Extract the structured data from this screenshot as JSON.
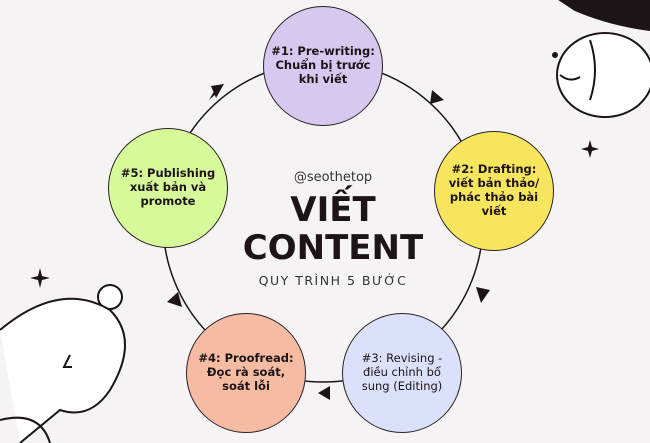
{
  "center": {
    "handle": "@seothetop",
    "title_line1": "VIẾT",
    "title_line2": "CONTENT",
    "subtitle": "QUY TRÌNH 5 BƯỚC"
  },
  "steps": [
    {
      "label": "#1: Pre-writing: Chuẩn bị trước khi viết",
      "color": "#d6c8ee"
    },
    {
      "label": "#2: Drafting: viết bản thảo/ phác thảo bài viết",
      "color": "#f8e55e"
    },
    {
      "label": "#3: Revising - điều chỉnh bổ sung (Editing)",
      "color": "#dbe1fb"
    },
    {
      "label": "#4: Proofread: Đọc rà soát, soát lỗi",
      "color": "#f5bba3"
    },
    {
      "label": "#5: Publishing xuất bản và promote",
      "color": "#d6f99a"
    }
  ]
}
